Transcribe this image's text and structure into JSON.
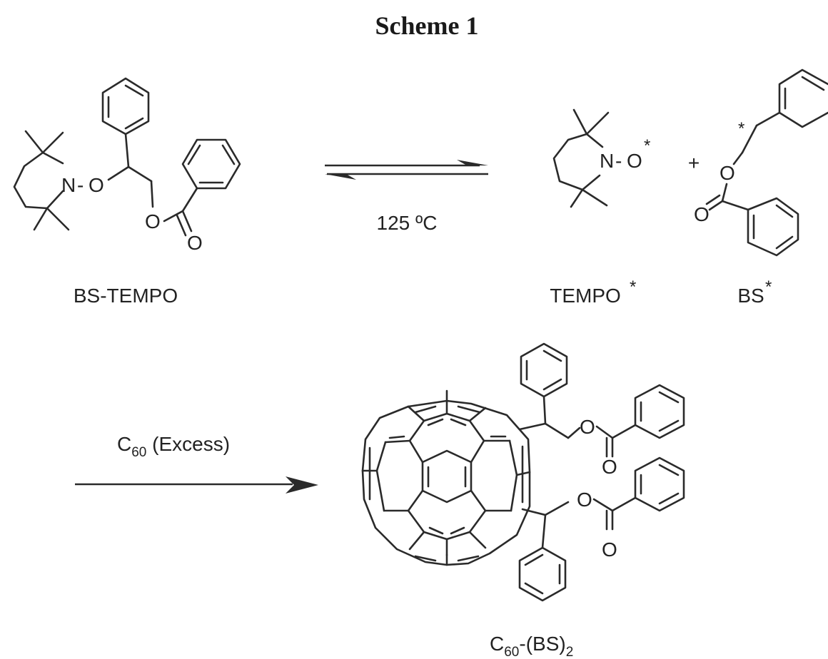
{
  "scheme": {
    "title": "Scheme 1",
    "reagent_label": "BS-TEMPO",
    "condition": "125  ºC",
    "tempo_label": "TEMPO",
    "tempo_star": "*",
    "bs_label": "BS",
    "bs_star": "*",
    "plus": "+",
    "c60_reagent": {
      "main": "C",
      "sub": "60",
      "rest": "  (Excess)"
    },
    "product_label": {
      "main": "C",
      "sub": "60",
      "mid": "-(BS)",
      "sub2": "2"
    }
  },
  "atoms": {
    "n": "N",
    "o": "O",
    "dash": "-",
    "radical_o": "O",
    "radical_star": "*"
  }
}
